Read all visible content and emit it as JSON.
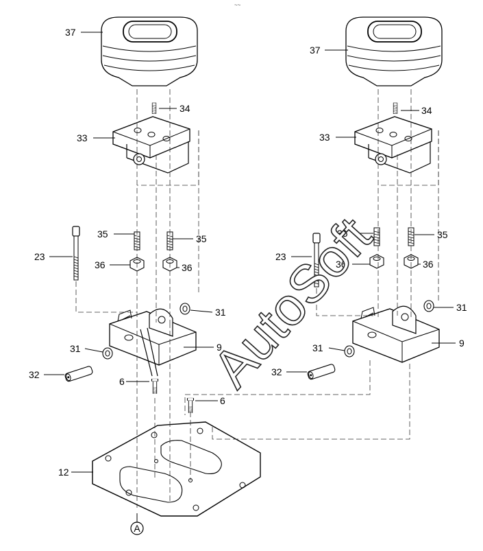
{
  "watermark": "AutoSoft",
  "header_mark": "~~",
  "circle_ref": "A",
  "callouts": [
    {
      "id": "37-left",
      "label": "37"
    },
    {
      "id": "34-left",
      "label": "34"
    },
    {
      "id": "33-left",
      "label": "33"
    },
    {
      "id": "35-left-a",
      "label": "35"
    },
    {
      "id": "35-left-b",
      "label": "35"
    },
    {
      "id": "23-left",
      "label": "23"
    },
    {
      "id": "36-left-a",
      "label": "36"
    },
    {
      "id": "36-left-b",
      "label": "36"
    },
    {
      "id": "31-left-a",
      "label": "31"
    },
    {
      "id": "9-left",
      "label": "9"
    },
    {
      "id": "31-left-b",
      "label": "31"
    },
    {
      "id": "32-left",
      "label": "32"
    },
    {
      "id": "6-left-a",
      "label": "6"
    },
    {
      "id": "6-left-b",
      "label": "6"
    },
    {
      "id": "12-left",
      "label": "12"
    },
    {
      "id": "37-right",
      "label": "37"
    },
    {
      "id": "34-right",
      "label": "34"
    },
    {
      "id": "33-right",
      "label": "33"
    },
    {
      "id": "35-right-a",
      "label": "35"
    },
    {
      "id": "35-right-b",
      "label": "35"
    },
    {
      "id": "23-right",
      "label": "23"
    },
    {
      "id": "36-right-a",
      "label": "36"
    },
    {
      "id": "36-right-b",
      "label": "36"
    },
    {
      "id": "31-right-a",
      "label": "31"
    },
    {
      "id": "9-right",
      "label": "9"
    },
    {
      "id": "31-right-b",
      "label": "31"
    },
    {
      "id": "32-right",
      "label": "32"
    }
  ]
}
